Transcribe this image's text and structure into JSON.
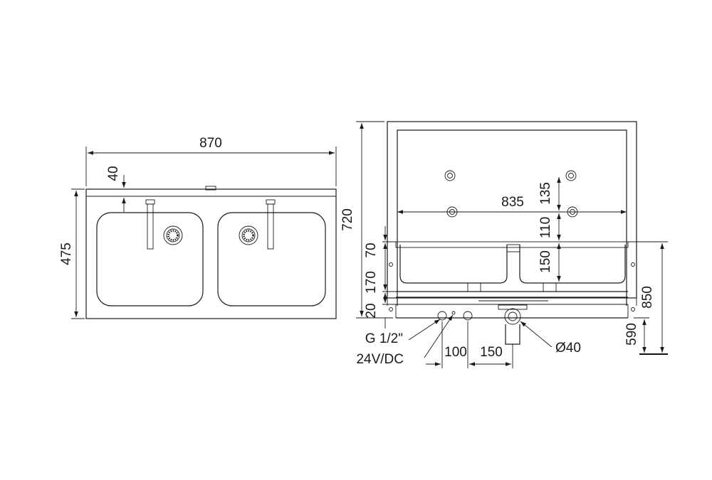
{
  "dimensions": {
    "width_top": "870",
    "depth_side": "475",
    "ledge": "40",
    "height_total": "720",
    "inner_width": "835",
    "spacing_135": "135",
    "spacing_110": "110",
    "spacing_150_v": "150",
    "dim_70": "70",
    "dim_170": "170",
    "dim_20": "20",
    "height_850": "850",
    "height_590": "590",
    "spacing_100": "100",
    "spacing_150_h": "150",
    "water": "G 1/2\"",
    "power": "24V/DC",
    "drain": "Ø40"
  },
  "colors": {
    "line": "#1a1a1a",
    "background": "#ffffff"
  }
}
